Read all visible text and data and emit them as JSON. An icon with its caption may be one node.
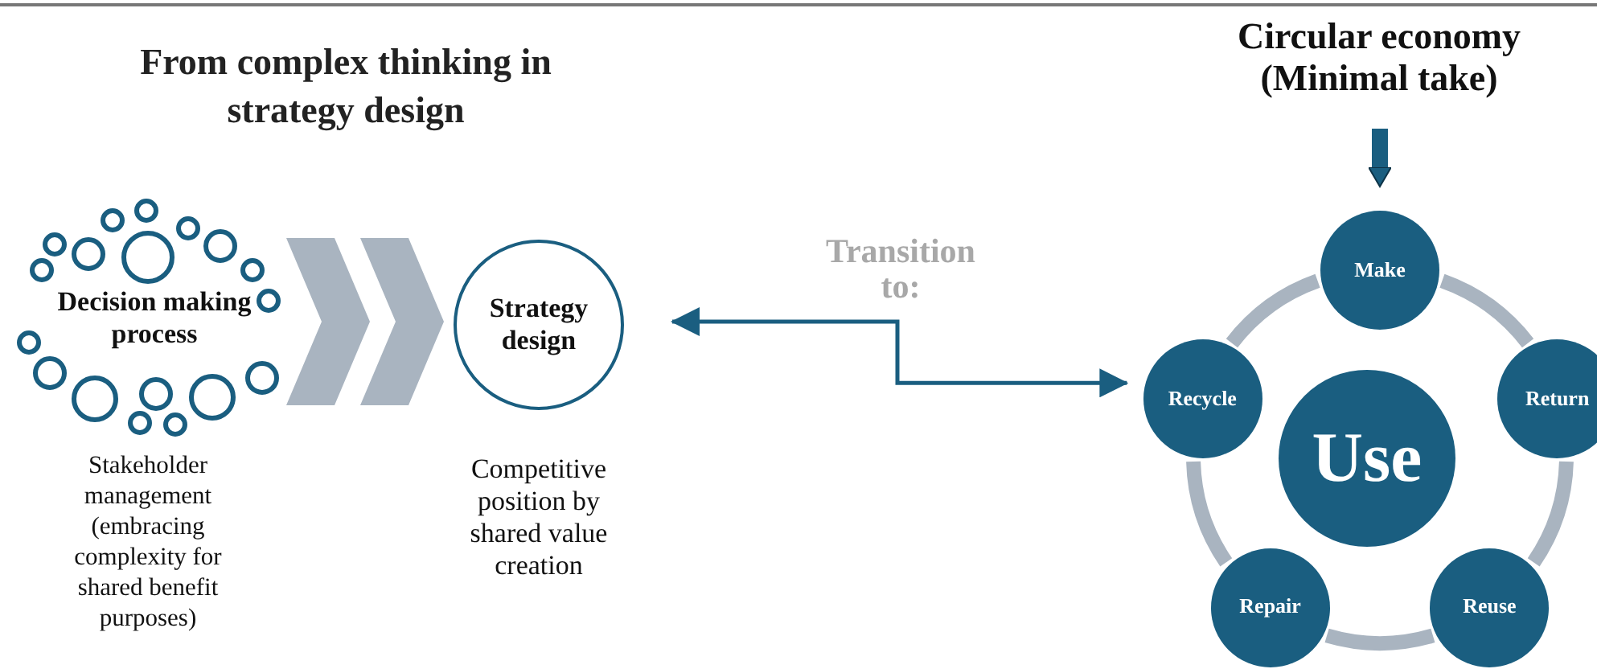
{
  "diagram": {
    "title": "From complex thinking in strategy design",
    "nodes": [
      {
        "text": [
          "Decision making process"
        ],
        "beside": [
          "Stakeholder management (embracing complexity for shared benefit purposes)"
        ]
      },
      {
        "text": [
          "Strategy design"
        ],
        "beside": [
          "Competitive position by shared value creation"
        ]
      },
      {
        "text": [
          "Make"
        ]
      },
      {
        "text": [
          "Return"
        ]
      },
      {
        "text": [
          "Reuse"
        ]
      },
      {
        "text": [
          "Repair"
        ]
      },
      {
        "text": [
          "Recycle"
        ]
      },
      {
        "text": [
          "Use"
        ]
      },
      {
        "text": [
          "Circular economy (Minimal take)"
        ]
      }
    ],
    "edges": [
      {
        "from": 0,
        "to": 1,
        "arrow": "to"
      },
      {
        "from": 1,
        "to": 6,
        "arrow": "both",
        "label": "Transition to:",
        "color": "#1a5e80"
      },
      {
        "from": 8,
        "to": 2,
        "arrow": "to",
        "color": "#1a5e80"
      },
      {
        "from": 2,
        "to": 3,
        "arrow": "none"
      },
      {
        "from": 3,
        "to": 4,
        "arrow": "none"
      },
      {
        "from": 4,
        "to": 5,
        "arrow": "none"
      },
      {
        "from": 5,
        "to": 6,
        "arrow": "none"
      },
      {
        "from": 6,
        "to": 2,
        "arrow": "none"
      }
    ]
  }
}
